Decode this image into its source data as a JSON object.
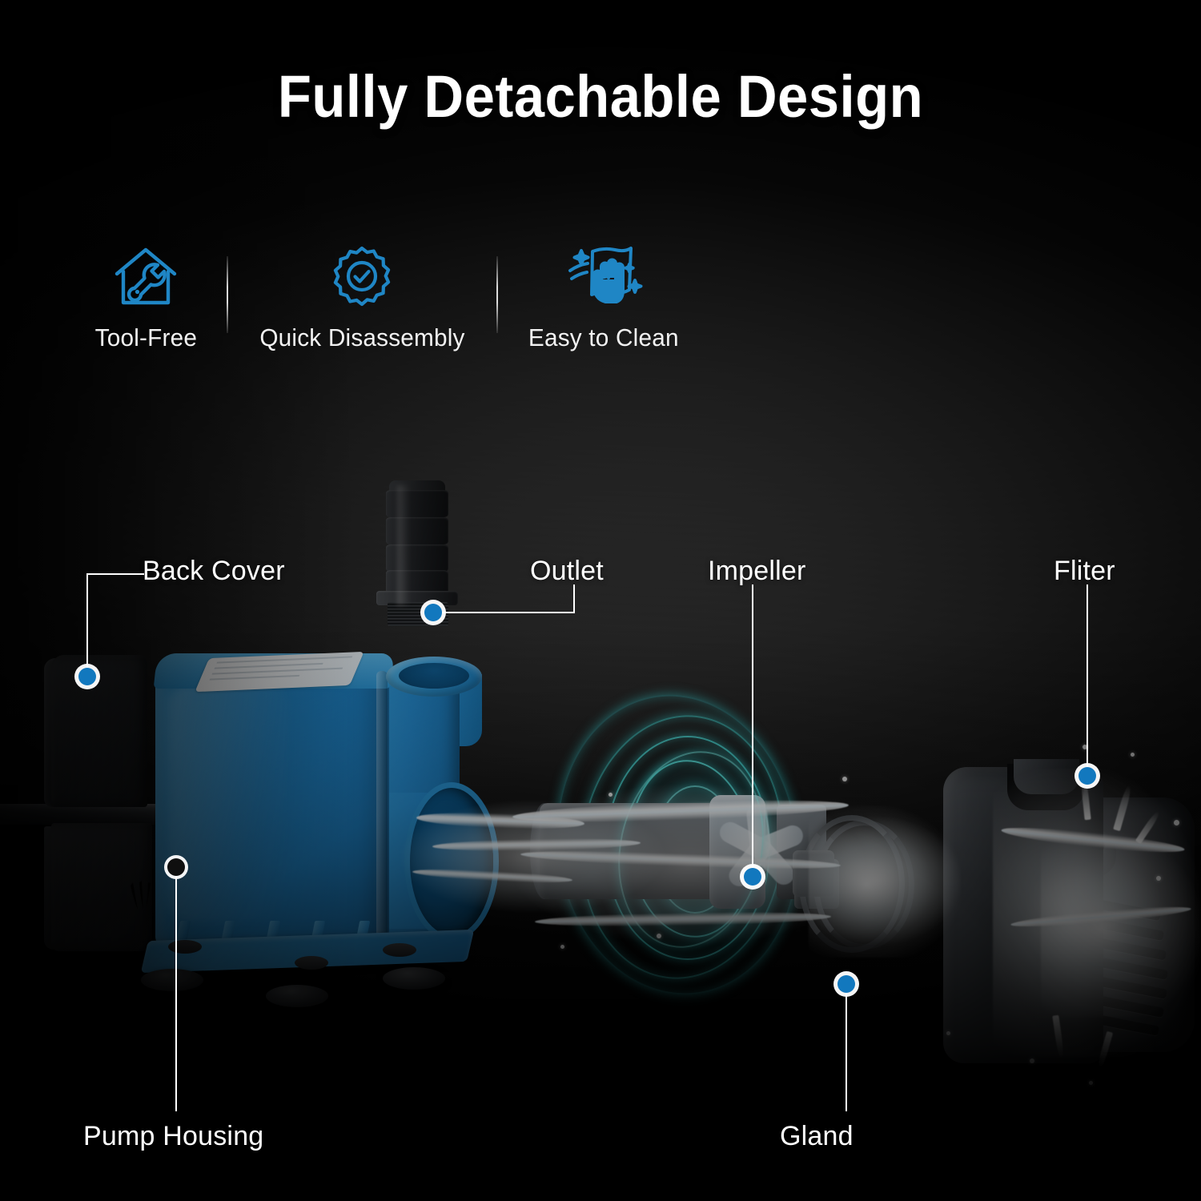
{
  "page": {
    "title": "Fully Detachable Design",
    "background_start_color": "#5d5d5d",
    "background_end_color": "#000000",
    "accent_color": "#1f86c5",
    "marker_color": "#1278be",
    "product_blue": "#2489cb",
    "water_glow_color": "#46e6e1"
  },
  "features": [
    {
      "icon": "house-wrench-icon",
      "label": "Tool-Free"
    },
    {
      "icon": "gear-check-icon",
      "label": "Quick Disassembly"
    },
    {
      "icon": "hand-cloth-icon",
      "label": "Easy to Clean"
    }
  ],
  "callouts": [
    {
      "id": "back-cover",
      "label": "Back Cover"
    },
    {
      "id": "outlet",
      "label": "Outlet"
    },
    {
      "id": "impeller",
      "label": "Impeller"
    },
    {
      "id": "filter",
      "label": "Fliter"
    },
    {
      "id": "pump-housing",
      "label": "Pump Housing"
    },
    {
      "id": "gland",
      "label": "Gland"
    }
  ]
}
